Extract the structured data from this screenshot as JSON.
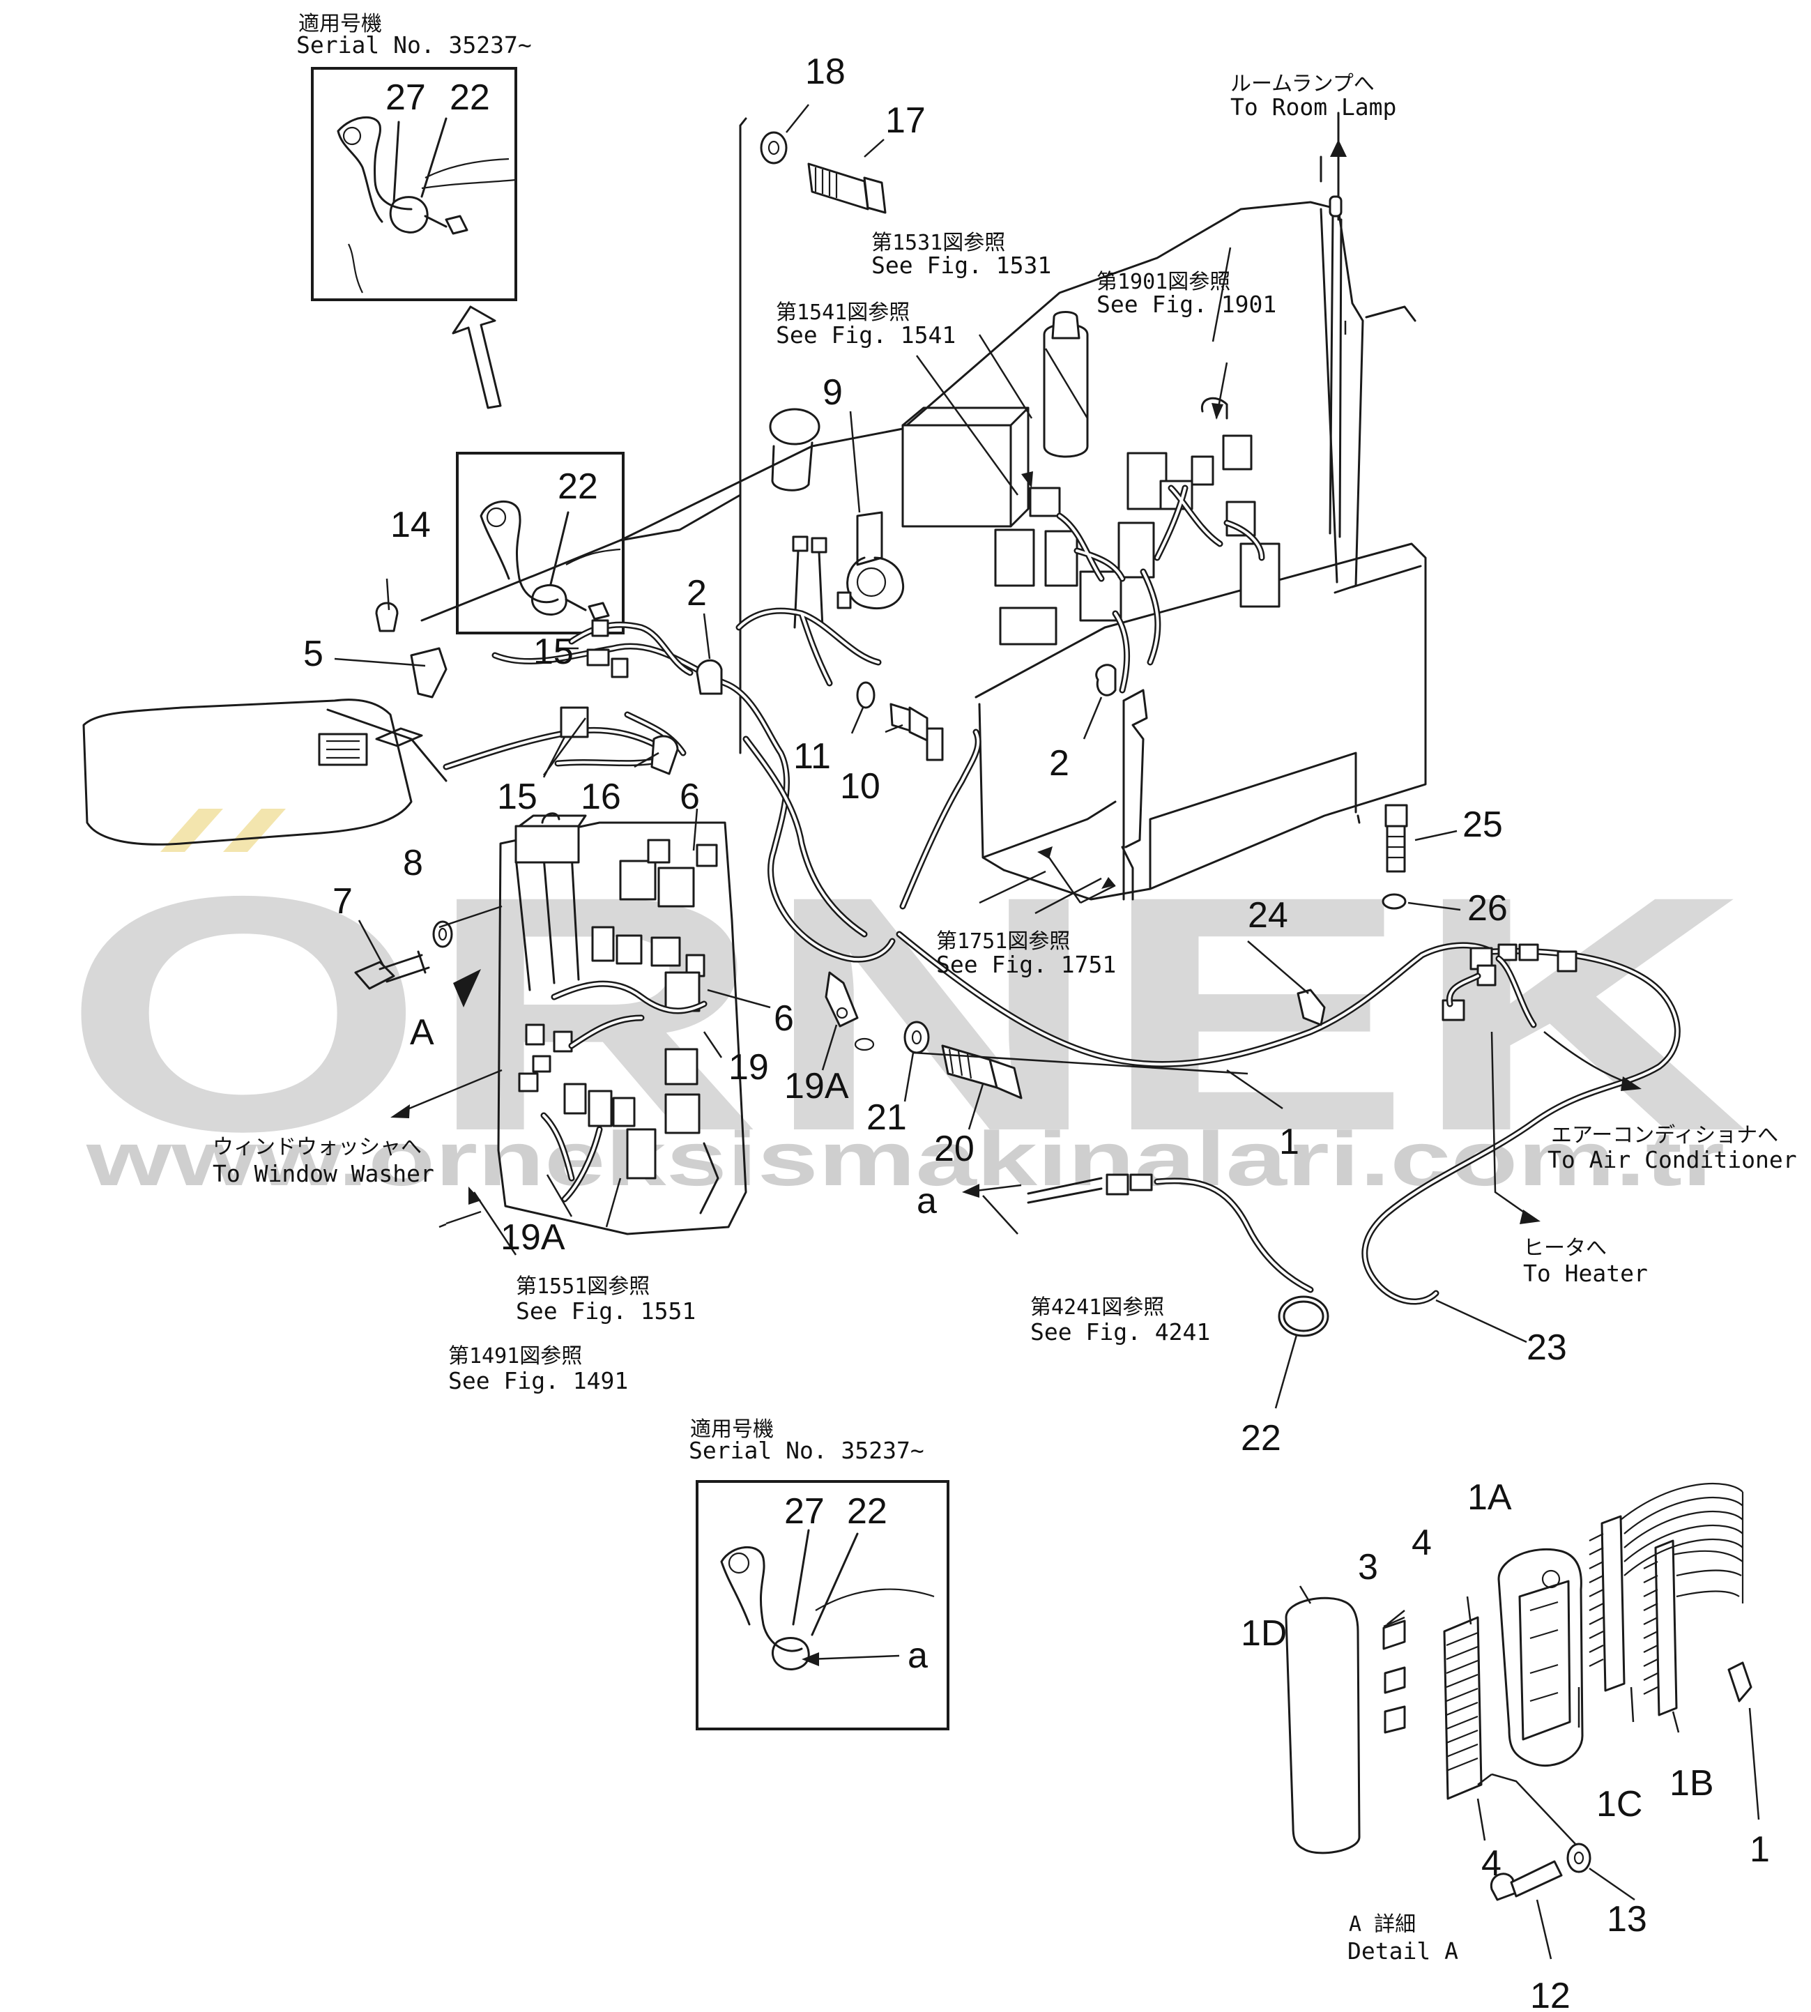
{
  "watermark": {
    "brand": "ORNEK",
    "url": "www.orneksismakinalari.com.tr",
    "color": "#c9c9c9",
    "accent": "#f1df9a"
  },
  "callouts": [
    {
      "id": "c18",
      "text": "18"
    },
    {
      "id": "c17",
      "text": "17"
    },
    {
      "id": "c9",
      "text": "9"
    },
    {
      "id": "c14",
      "text": "14"
    },
    {
      "id": "c22a",
      "text": "22"
    },
    {
      "id": "c2a",
      "text": "2"
    },
    {
      "id": "c5",
      "text": "5"
    },
    {
      "id": "c15a",
      "text": "15"
    },
    {
      "id": "c15b",
      "text": "15"
    },
    {
      "id": "c16",
      "text": "16"
    },
    {
      "id": "c6a",
      "text": "6"
    },
    {
      "id": "c8",
      "text": "8"
    },
    {
      "id": "c7",
      "text": "7"
    },
    {
      "id": "cA",
      "text": "A"
    },
    {
      "id": "c6b",
      "text": "6"
    },
    {
      "id": "c19",
      "text": "19"
    },
    {
      "id": "c19Aa",
      "text": "19A"
    },
    {
      "id": "c11",
      "text": "11"
    },
    {
      "id": "c10",
      "text": "10"
    },
    {
      "id": "c2b",
      "text": "2"
    },
    {
      "id": "c25",
      "text": "25"
    },
    {
      "id": "c24",
      "text": "24"
    },
    {
      "id": "c26",
      "text": "26"
    },
    {
      "id": "c21",
      "text": "21"
    },
    {
      "id": "c20",
      "text": "20"
    },
    {
      "id": "c1a",
      "text": "1"
    },
    {
      "id": "c19Ab",
      "text": "19A"
    },
    {
      "id": "ca1",
      "text": "a"
    },
    {
      "id": "c23",
      "text": "23"
    },
    {
      "id": "c22b",
      "text": "22"
    },
    {
      "id": "c1A",
      "text": "1A"
    },
    {
      "id": "c4a",
      "text": "4"
    },
    {
      "id": "c3",
      "text": "3"
    },
    {
      "id": "c1D",
      "text": "1D"
    },
    {
      "id": "c1C",
      "text": "1C"
    },
    {
      "id": "c1B",
      "text": "1B"
    },
    {
      "id": "c1b",
      "text": "1"
    },
    {
      "id": "c4b",
      "text": "4"
    },
    {
      "id": "c13",
      "text": "13"
    },
    {
      "id": "c12",
      "text": "12"
    }
  ],
  "insets": {
    "top": {
      "serial_jp": "適用号機",
      "serial_en": "Serial No. 35237~",
      "n1": "27",
      "n2": "22"
    },
    "bottom": {
      "serial_jp": "適用号機",
      "serial_en": "Serial No. 35237~",
      "n1": "27",
      "n2": "22",
      "a": "a"
    }
  },
  "references": {
    "room_lamp": {
      "jp": "ルームランプへ",
      "en": "To Room Lamp"
    },
    "fig1531": {
      "jp": "第1531図参照",
      "en": "See Fig. 1531"
    },
    "fig1541": {
      "jp": "第1541図参照",
      "en": "See Fig. 1541"
    },
    "fig1901": {
      "jp": "第1901図参照",
      "en": "See Fig. 1901"
    },
    "fig1751": {
      "jp": "第1751図参照",
      "en": "See Fig. 1751"
    },
    "window_washer": {
      "jp": "ウィンドウォッシャへ",
      "en": "To Window Washer"
    },
    "air_cond": {
      "jp": "エアーコンディショナへ",
      "en": "To Air Conditioner"
    },
    "heater": {
      "jp": "ヒータへ",
      "en": "To Heater"
    },
    "fig1551": {
      "jp": "第1551図参照",
      "en": "See Fig. 1551"
    },
    "fig1491": {
      "jp": "第1491図参照",
      "en": "See Fig. 1491"
    },
    "fig4241": {
      "jp": "第4241図参照",
      "en": "See Fig. 4241"
    },
    "detail_a": {
      "jp": "A 詳細",
      "en": "Detail A"
    }
  }
}
